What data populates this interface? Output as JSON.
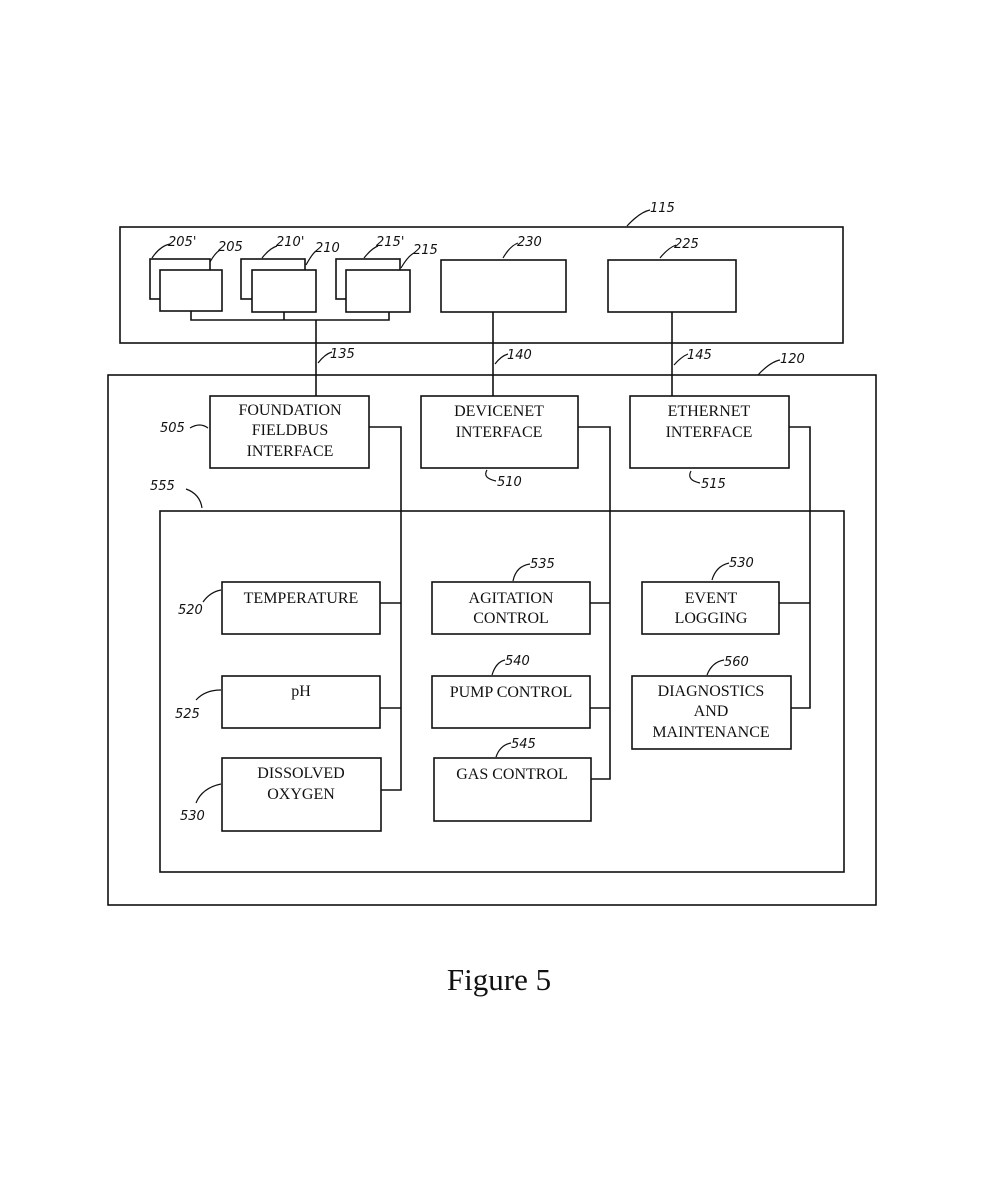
{
  "refs": {
    "r115": "115",
    "r205p": "205'",
    "r205": "205",
    "r210p": "210'",
    "r210": "210",
    "r215p": "215'",
    "r215": "215",
    "r230": "230",
    "r225": "225",
    "r135": "135",
    "r140": "140",
    "r145": "145",
    "r120": "120",
    "r505": "505",
    "r510": "510",
    "r515": "515",
    "r555": "555",
    "r535": "535",
    "r530a": "530",
    "r520": "520",
    "r525": "525",
    "r530b": "530",
    "r540": "540",
    "r545": "545",
    "r560": "560"
  },
  "blocks": {
    "foundation": [
      "FOUNDATION",
      "FIELDBUS",
      "INTERFACE"
    ],
    "devicenet": [
      "DEVICENET",
      "INTERFACE"
    ],
    "ethernet": [
      "ETHERNET",
      "INTERFACE"
    ],
    "temperature": [
      "TEMPERATURE"
    ],
    "ph": [
      "pH"
    ],
    "oxygen": [
      "DISSOLVED",
      "OXYGEN"
    ],
    "agitation": [
      "AGITATION",
      "CONTROL"
    ],
    "pump": [
      "PUMP CONTROL"
    ],
    "gas": [
      "GAS CONTROL"
    ],
    "event": [
      "EVENT",
      "LOGGING"
    ],
    "diagnostics": [
      "DIAGNOSTICS",
      "AND",
      "MAINTENANCE"
    ]
  },
  "caption": "Figure 5"
}
